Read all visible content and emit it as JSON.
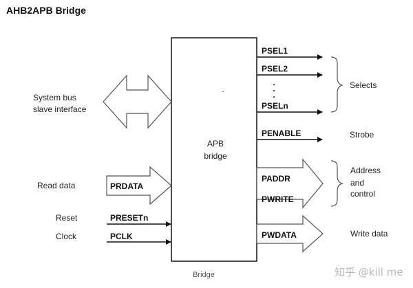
{
  "title": "AHB2APB Bridge",
  "block": {
    "line1": "APB",
    "line2": "bridge",
    "dot": "."
  },
  "left": {
    "system_bus_line1": "System bus",
    "system_bus_line2": "slave interface",
    "read_data": "Read data",
    "reset": "Reset",
    "clock": "Clock"
  },
  "signals": {
    "prdata": "PRDATA",
    "presetn": "PRESETn",
    "pclk": "PCLK",
    "psel1": "PSEL1",
    "psel2": "PSEL2",
    "ellipsis": [
      ".",
      ".",
      "."
    ],
    "seln": "PSELn",
    "penable": "PENABLE",
    "paddr": "PADDR",
    "pwrite": "PWRITE",
    "pwdata": "PWDATA"
  },
  "groups": {
    "selects": "Selects",
    "strobe": "Strobe",
    "address_line1": "Address",
    "address_line2": "and",
    "address_line3": "control",
    "write_data": "Write data"
  },
  "caption": "Bridge",
  "watermark": "知乎 @kill me"
}
